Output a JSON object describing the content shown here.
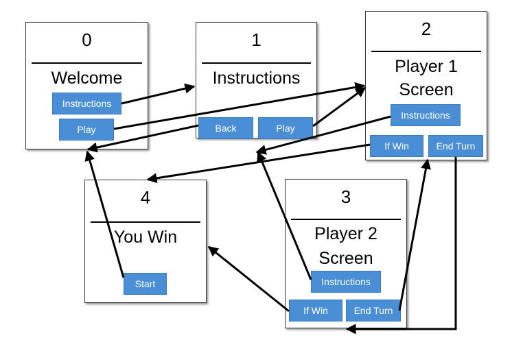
{
  "screens": [
    {
      "number": "0",
      "title_lines": [
        "Welcome"
      ]
    },
    {
      "number": "1",
      "title_lines": [
        "Instructions"
      ]
    },
    {
      "number": "2",
      "title_lines": [
        "Player 1",
        "Screen"
      ]
    },
    {
      "number": "3",
      "title_lines": [
        "Player 2",
        "Screen"
      ]
    },
    {
      "number": "4",
      "title_lines": [
        "You Win"
      ]
    }
  ],
  "buttons": {
    "s0_instructions": "Instructions",
    "s0_play": "Play",
    "s1_back": "Back",
    "s1_play": "Play",
    "s2_instructions": "Instructions",
    "s2_ifwin": "If Win",
    "s2_endturn": "End Turn",
    "s3_instructions": "Instructions",
    "s3_ifwin": "If Win",
    "s3_endturn": "End Turn",
    "s4_start": "Start"
  },
  "colors": {
    "button_fill": "#4a8fd6",
    "arrow": "#000000"
  }
}
